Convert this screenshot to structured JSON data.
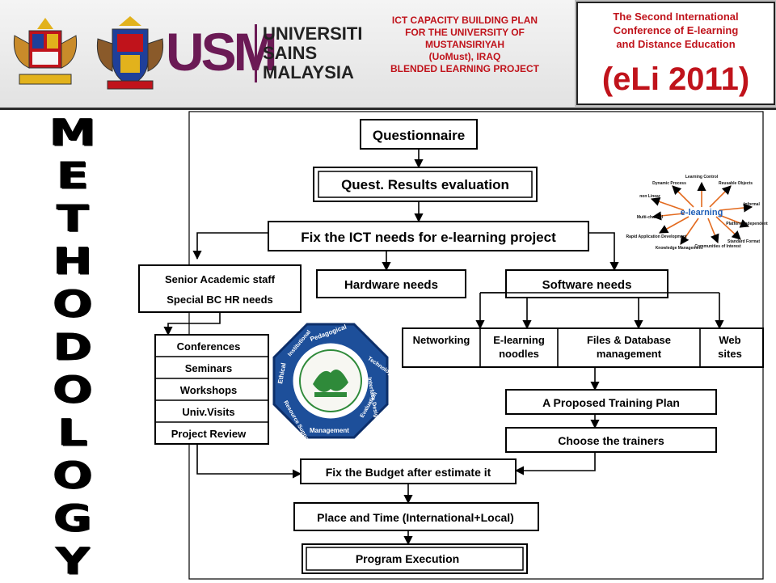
{
  "header": {
    "center_title_lines": [
      "ICT CAPACITY BUILDING PLAN",
      "FOR THE UNIVERSITY OF",
      "MUSTANSIRIYAH",
      "(UoMust), IRAQ",
      "BLENDED LEARNING PROJECT"
    ],
    "usm_mark": "USM",
    "usm_lines": [
      "UNIVERSITI",
      "SAINS",
      "MALAYSIA"
    ],
    "conference_lines": [
      "The Second International",
      "Conference of E-learning",
      "and Distance Education"
    ],
    "conference_short": "(eLi 2011)"
  },
  "side_title_letters": [
    "M",
    "E",
    "T",
    "H",
    "O",
    "D",
    "O",
    "L",
    "O",
    "G",
    "Y"
  ],
  "flow": {
    "questionnaire": "Questionnaire",
    "evaluation": "Quest. Results evaluation",
    "fix_needs": "Fix the ICT needs for e-learning project",
    "senior_staff": [
      "Senior Academic staff",
      "Special BC HR needs"
    ],
    "hardware": "Hardware needs",
    "software": "Software needs",
    "hr_items": [
      "Conferences",
      "Seminars",
      "Workshops",
      "Univ.Visits",
      "Project Review"
    ],
    "software_items": [
      {
        "lines": [
          "Networking"
        ]
      },
      {
        "lines": [
          "E-learning",
          "noodles"
        ]
      },
      {
        "lines": [
          "Files & Database",
          "management"
        ]
      },
      {
        "lines": [
          "Web",
          "sites"
        ]
      }
    ],
    "training_plan": "A Proposed Training Plan",
    "trainers": "Choose the trainers",
    "budget": "Fix the Budget after estimate it",
    "place_time": "Place and Time   (International+Local)",
    "execution": "Program Execution"
  },
  "elearning_graphic": {
    "center": "e-learning",
    "labels": [
      "Learning Control",
      "Dynamic Process",
      "Reusable Objects",
      "non Linear",
      "Informal",
      "Multi-channel",
      "Platform Independent",
      "Rapid Application Development",
      "Knowledge Management",
      "Communities of Interest",
      "Standard Format"
    ]
  },
  "seal": {
    "ring_labels": [
      "Pedagogical",
      "Technological",
      "Interface Design",
      "Evaluation",
      "Management",
      "Resource Support",
      "Ethical",
      "Institutional"
    ]
  },
  "colors": {
    "accent_red": "#c0131b",
    "usm_purple": "#6b1a55",
    "elearning_blue": "#1f5fb8",
    "seal_blue": "#1d4f9a",
    "seal_green": "#2f8a3a"
  }
}
